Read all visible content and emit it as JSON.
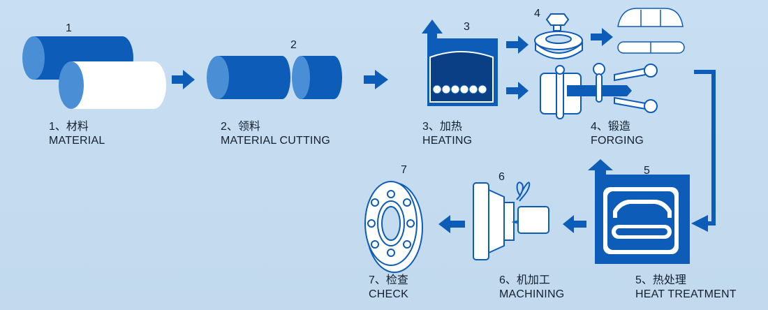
{
  "steps": [
    {
      "num": "1",
      "label_cn": "1、材料",
      "label_en": "MATERIAL"
    },
    {
      "num": "2",
      "label_cn": "2、领料",
      "label_en": "MATERIAL CUTTING"
    },
    {
      "num": "3",
      "label_cn": "3、加热",
      "label_en": "HEATING"
    },
    {
      "num": "4",
      "label_cn": "4、锻造",
      "label_en": "FORGING"
    },
    {
      "num": "5",
      "label_cn": "5、热处理",
      "label_en": "HEAT TREATMENT"
    },
    {
      "num": "6",
      "label_cn": "6、机加工",
      "label_en": "MACHINING"
    },
    {
      "num": "7",
      "label_cn": "7、检查",
      "label_en": "CHECK"
    }
  ],
  "colors": {
    "background": "#c5dcf0",
    "primary_blue": "#0d5cb8",
    "light_blue": "#4a8fd6",
    "white": "#ffffff"
  }
}
